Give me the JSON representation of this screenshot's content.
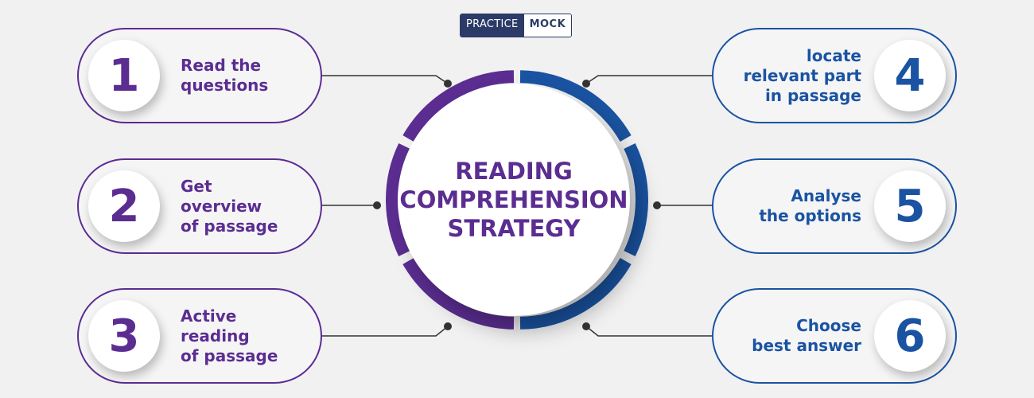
{
  "logo": {
    "part1": "PRACTICE",
    "part2": "MOCK"
  },
  "center": {
    "lines": [
      "READING",
      "COMPREHENSION",
      "STRATEGY"
    ]
  },
  "steps": [
    {
      "number": "1",
      "lines": [
        "Read the",
        "questions"
      ]
    },
    {
      "number": "2",
      "lines": [
        "Get",
        "overview",
        "of passage"
      ]
    },
    {
      "number": "3",
      "lines": [
        "Active",
        "reading",
        "of passage"
      ]
    },
    {
      "number": "4",
      "lines": [
        "locate",
        "relevant part",
        "in passage"
      ]
    },
    {
      "number": "5",
      "lines": [
        "Analyse",
        "the options"
      ]
    },
    {
      "number": "6",
      "lines": [
        "Choose",
        "best answer"
      ]
    }
  ],
  "colors": {
    "purple": "#5b2d91",
    "blue": "#1a53a1",
    "connector": "#333333"
  }
}
